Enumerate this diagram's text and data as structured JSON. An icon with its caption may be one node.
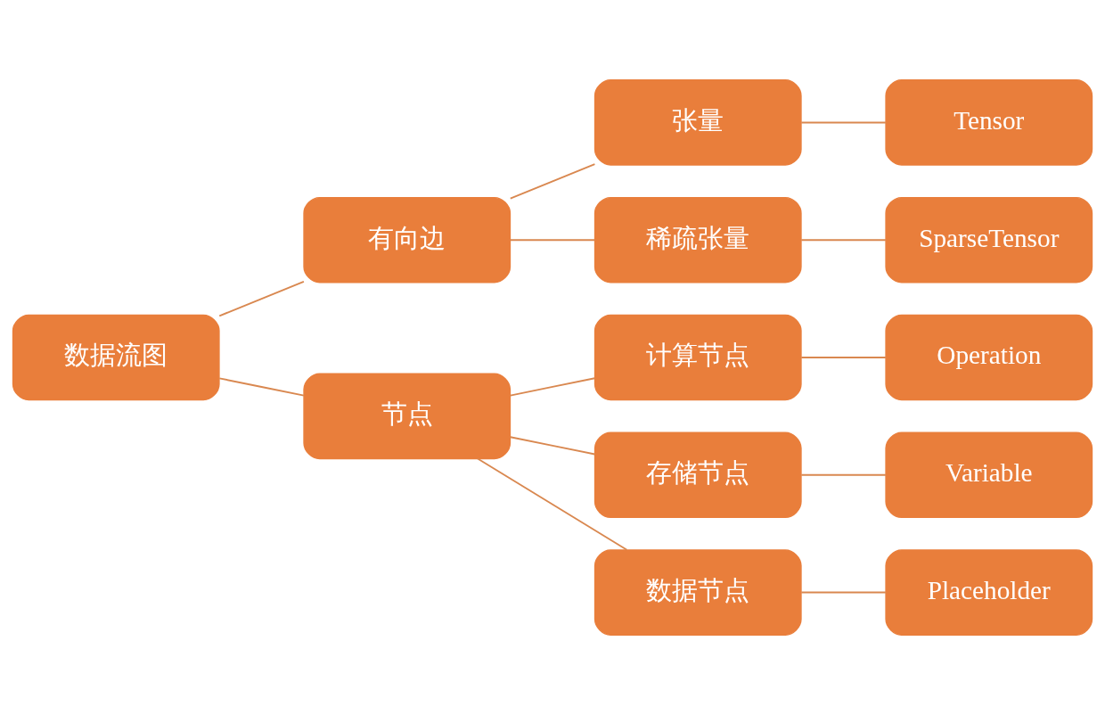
{
  "diagram": {
    "nodes": [
      {
        "text": [
          "数据流图"
        ]
      },
      {
        "text": [
          "有向边"
        ]
      },
      {
        "text": [
          "张量"
        ]
      },
      {
        "text": [
          "Tensor"
        ]
      },
      {
        "text": [
          "稀疏张量"
        ]
      },
      {
        "text": [
          "SparseTensor"
        ]
      },
      {
        "text": [
          "节点"
        ]
      },
      {
        "text": [
          "计算节点"
        ]
      },
      {
        "text": [
          "Operation"
        ]
      },
      {
        "text": [
          "存储节点"
        ]
      },
      {
        "text": [
          "Variable"
        ]
      },
      {
        "text": [
          "数据节点"
        ]
      },
      {
        "text": [
          "Placeholder"
        ]
      }
    ],
    "edges": [
      {
        "from": 0,
        "to": 1,
        "arrow": "none"
      },
      {
        "from": 0,
        "to": 6,
        "arrow": "none"
      },
      {
        "from": 1,
        "to": 2,
        "arrow": "none"
      },
      {
        "from": 1,
        "to": 4,
        "arrow": "none"
      },
      {
        "from": 2,
        "to": 3,
        "arrow": "none"
      },
      {
        "from": 4,
        "to": 5,
        "arrow": "none"
      },
      {
        "from": 6,
        "to": 7,
        "arrow": "none"
      },
      {
        "from": 6,
        "to": 9,
        "arrow": "none"
      },
      {
        "from": 6,
        "to": 11,
        "arrow": "none"
      },
      {
        "from": 7,
        "to": 8,
        "arrow": "none"
      },
      {
        "from": 9,
        "to": 10,
        "arrow": "none"
      },
      {
        "from": 11,
        "to": 12,
        "arrow": "none"
      }
    ]
  }
}
